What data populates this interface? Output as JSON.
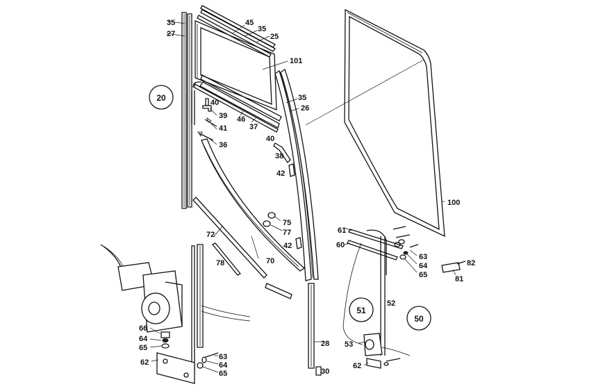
{
  "diagram": {
    "circled_refs": [
      "20",
      "51",
      "50"
    ],
    "part_labels": [
      "35",
      "27",
      "45",
      "35",
      "25",
      "101",
      "35",
      "26",
      "40",
      "39",
      "41",
      "46",
      "37",
      "36",
      "40",
      "38",
      "42",
      "100",
      "75",
      "77",
      "72",
      "42",
      "78",
      "70",
      "61",
      "60",
      "63",
      "64",
      "65",
      "82",
      "81",
      "52",
      "66",
      "64",
      "65",
      "62",
      "63",
      "64",
      "65",
      "28",
      "53",
      "62",
      "30"
    ]
  }
}
